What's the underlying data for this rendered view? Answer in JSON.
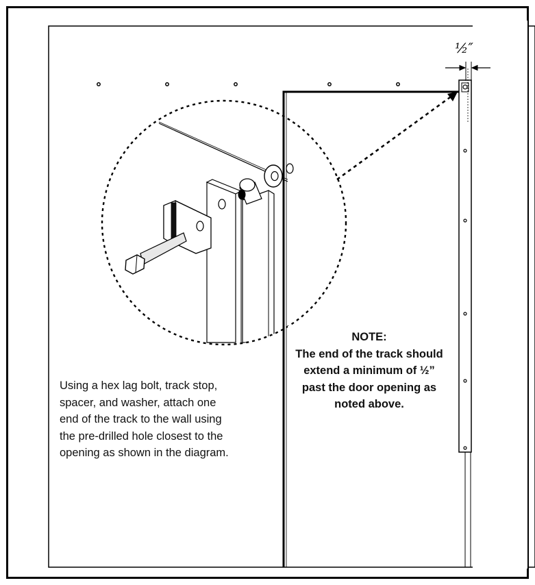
{
  "dimension_label": "½″",
  "note": {
    "heading": "NOTE:",
    "body": "The end of the track should extend a minimum of  ½” past the door opening as noted above."
  },
  "instruction_text": "Using a hex lag bolt, track stop, spacer, and washer, attach one end of the track to the wall using the pre-drilled hole closest to the opening as shown in the diagram."
}
